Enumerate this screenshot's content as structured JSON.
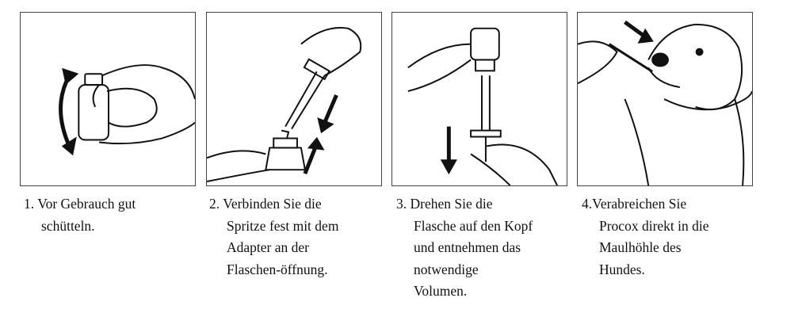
{
  "steps": [
    {
      "number": "1.",
      "lines": [
        "Vor Gebrauch gut",
        "schütteln."
      ]
    },
    {
      "number": "2.",
      "lines": [
        "Verbinden Sie die",
        "Spritze fest mit dem",
        "Adapter an der",
        "Flaschen-öffnung."
      ]
    },
    {
      "number": "3.",
      "lines": [
        "Drehen Sie die",
        "Flasche auf den Kopf",
        "und entnehmen das",
        "notwendige",
        "Volumen."
      ]
    },
    {
      "number": "4.",
      "lines": [
        "Verabreichen Sie",
        "Procox direkt in die",
        "Maulhöhle des",
        "Hundes."
      ]
    }
  ]
}
